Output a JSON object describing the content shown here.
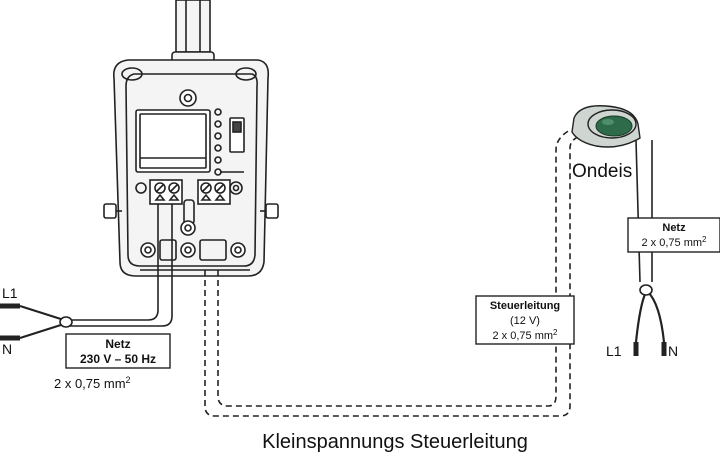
{
  "diagram": {
    "bottom_caption": "Kleinspannungs Steuerleitung",
    "sensor_label": "Ondeis",
    "supply_left": {
      "terminal_l1": "L1",
      "terminal_n": "N",
      "box_title": "Netz",
      "box_rating": "230 V – 50 Hz",
      "cable_spec": "2 x 0,75 mm",
      "cable_spec_sup": "2"
    },
    "control_line_box": {
      "title": "Steuerleitung",
      "voltage": "(12 V)",
      "cable_spec": "2 x 0,75 mm",
      "cable_spec_sup": "2"
    },
    "supply_right": {
      "box_title": "Netz",
      "cable_spec": "2 x 0,75 mm",
      "cable_spec_sup": "2",
      "terminal_l1": "L1",
      "terminal_n": "N"
    },
    "colors": {
      "line": "#222222",
      "device_fill": "#f4f4f4",
      "sensor_green": "#2e6b4a",
      "sensor_rim": "#cfd6d2"
    }
  }
}
